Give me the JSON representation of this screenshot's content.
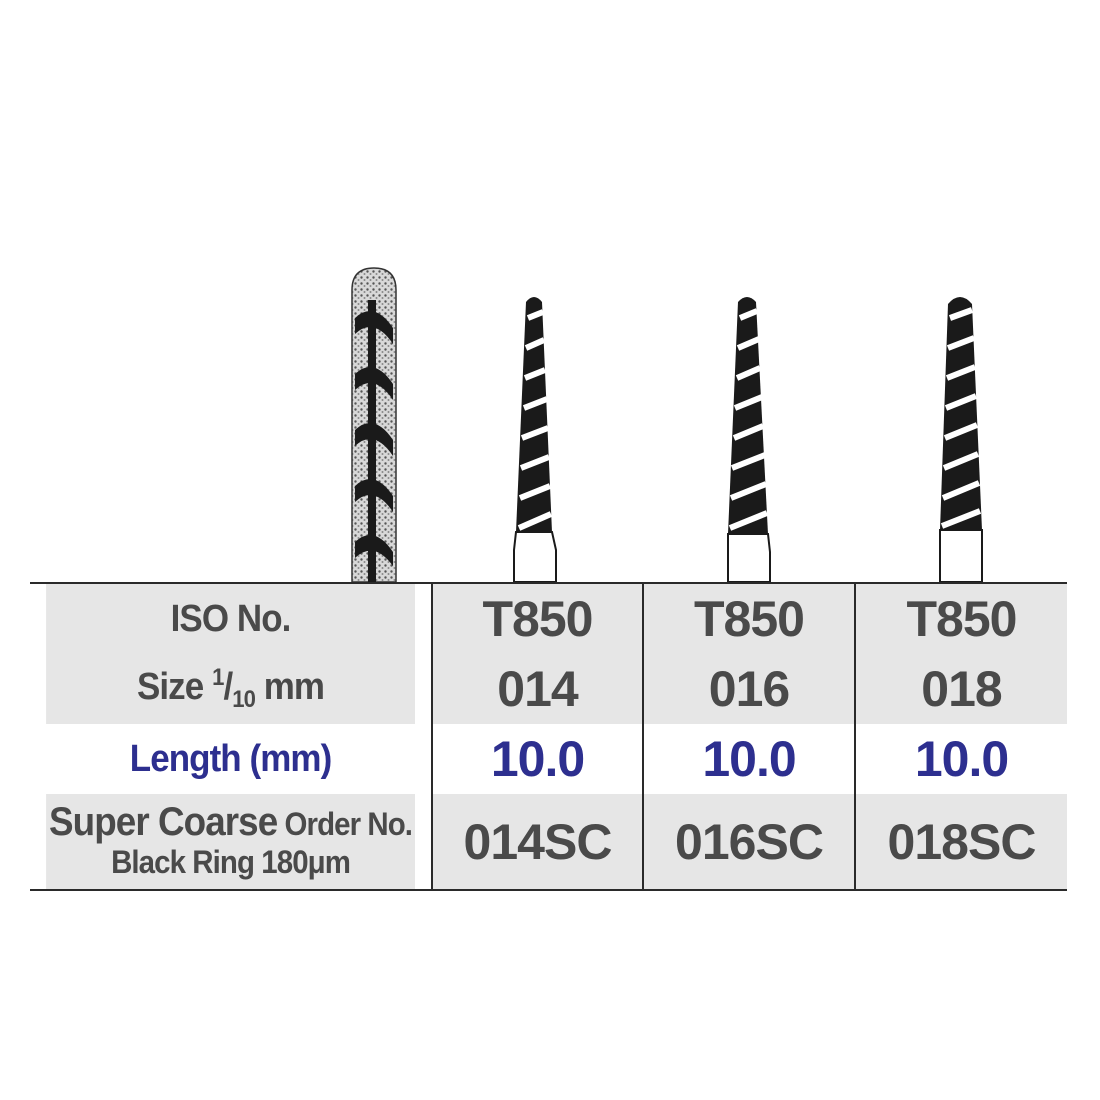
{
  "table": {
    "rows": {
      "iso": {
        "label": "ISO No.",
        "values": [
          "T850",
          "T850",
          "T850"
        ]
      },
      "size": {
        "label_main": "Size ",
        "label_num": "1",
        "label_slash": "/",
        "label_den": "10",
        "label_unit": " mm",
        "values": [
          "014",
          "016",
          "018"
        ]
      },
      "length": {
        "label": "Length (mm)",
        "values": [
          "10.0",
          "10.0",
          "10.0"
        ],
        "color": "#2d2f8f"
      },
      "order": {
        "label_part1": "Super Coarse",
        "label_part2": " Order No.",
        "label_line2": "Black Ring 180μm",
        "values": [
          "014SC",
          "016SC",
          "018SC"
        ]
      }
    }
  },
  "colors": {
    "row_gray": "#e6e6e6",
    "text": "#4a4a4a",
    "accent": "#2d2f8f"
  },
  "icons": [
    "diamond-bur-icon",
    "tapered-bur-014-icon",
    "tapered-bur-016-icon",
    "tapered-bur-018-icon"
  ]
}
